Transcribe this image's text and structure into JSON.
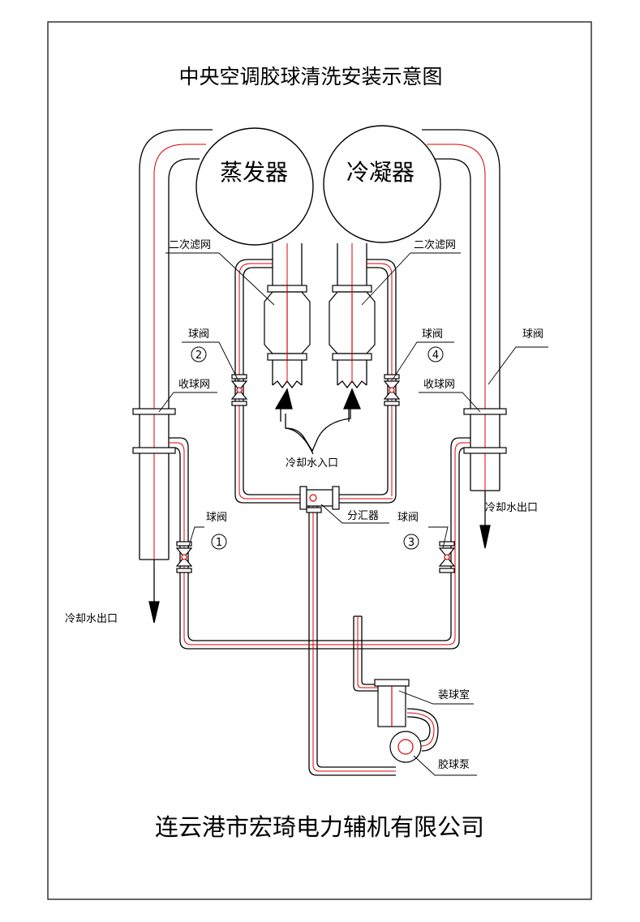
{
  "title": "中央空调胶球清洗安装示意图",
  "evaporator": "蒸发器",
  "condenser": "冷凝器",
  "labels": {
    "secondary_filter_left": "二次滤网",
    "secondary_filter_right": "二次滤网",
    "ball_valve_2": "球阀",
    "ball_valve_4": "球阀",
    "ball_valve_right_pipe": "球阀",
    "ball_valve_1": "球阀",
    "ball_valve_3": "球阀",
    "collector_left": "收球网",
    "collector_right": "收球网",
    "cooling_water_inlet": "冷却水入口",
    "cooling_water_outlet_left": "冷却水出口",
    "cooling_water_outlet_right": "冷却水出口",
    "distributor": "分汇器",
    "ball_chamber": "装球室",
    "ball_pump": "胶球泵"
  },
  "valve_numbers": {
    "v1": "1",
    "v2": "2",
    "v3": "3",
    "v4": "4"
  },
  "company": "连云港市宏琦电力辅机有限公司",
  "colors": {
    "line": "#000000",
    "pipe_center": "#e00000",
    "background": "#ffffff"
  }
}
